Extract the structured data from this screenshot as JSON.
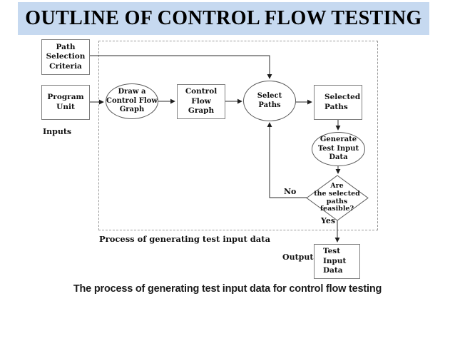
{
  "title": "OUTLINE OF CONTROL FLOW TESTING",
  "caption": "The process of generating test input data for control flow testing",
  "nodes": {
    "path_selection_criteria": "Path\nSelection\nCriteria",
    "program_unit": "Program\nUnit",
    "draw_cfg": "Draw a\nControl Flow\nGraph",
    "control_flow_graph": "Control\nFlow Graph",
    "select_paths": "Select\nPaths",
    "selected_paths": "Selected\nPaths",
    "generate_test_input_data": "Generate\nTest Input\nData",
    "feasible_decision": "Are\nthe selected\npaths\nfeasible?",
    "test_input_data": "Test Input\nData"
  },
  "labels": {
    "inputs": "Inputs",
    "no": "No",
    "yes": "Yes",
    "process_of_generating": "Process of generating test input data",
    "output": "Output"
  },
  "colors": {
    "title_background": "#c6d9f0",
    "title_text": "#000000",
    "node_border": "#7f7f7f",
    "connector_line": "#2b2b2b",
    "dashed_border": "#9a9a9a",
    "caption_text": "#1b1b1b"
  }
}
